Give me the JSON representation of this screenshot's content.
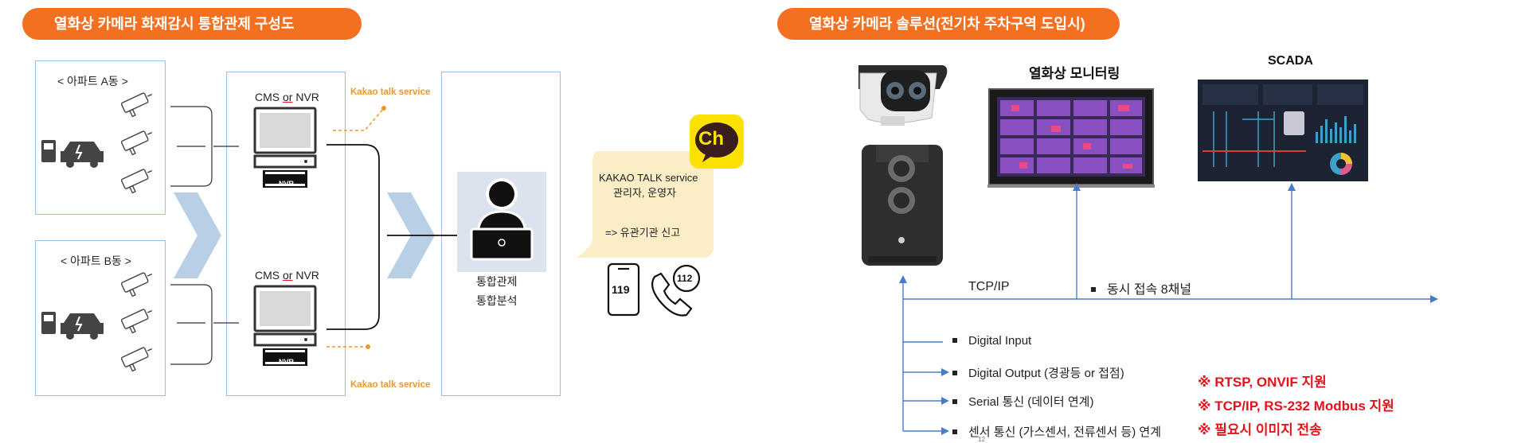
{
  "left": {
    "title": "열화상 카메라 화재감시 통합관제 구성도",
    "building_a": "< 아파트 A동 >",
    "building_b": "< 아파트 B동 >",
    "cms_label_top": {
      "pre": "CMS ",
      "mid": "or",
      "post": " NVR"
    },
    "cms_label_bottom": {
      "pre": "CMS ",
      "mid": "or",
      "post": " NVR"
    },
    "nvr_text": "NVR",
    "kakao_service": "Kakao talk service",
    "control_line1": "통합관제",
    "control_line2": "통합분석",
    "bubble_line1": "KAKAO TALK service",
    "bubble_line2": "관리자, 운영자",
    "bubble_line3": "=> 유관기관 신고",
    "ch_logo": "Ch",
    "phone_119": "119",
    "phone_112": "112"
  },
  "right": {
    "title": "열화상 카메라 솔루션(전기차 주차구역 도입시)",
    "monitoring_title": "열화상 모니터링",
    "scada_title": "SCADA",
    "tcpip": "TCP/IP",
    "concurrent": "동시 접속 8채널",
    "io_items": [
      "Digital Input",
      "Digital Output (경광등 or 접점)",
      "Serial 통신 (데이터 연계)",
      "센서 통신 (가스센서, 전류센서 등) 연계"
    ],
    "notes": [
      "※ RTSP, ONVIF 지원",
      "※ TCP/IP, RS-232 Modbus 지원",
      "※ 필요시 이미지 전송"
    ],
    "page_number": "12"
  },
  "colors": {
    "accent": "#f37021",
    "line_blue": "#4a7bc8",
    "box_border": "#9cc0e4",
    "red_note": "#e3131c",
    "kakao_yellow": "#fae100"
  }
}
